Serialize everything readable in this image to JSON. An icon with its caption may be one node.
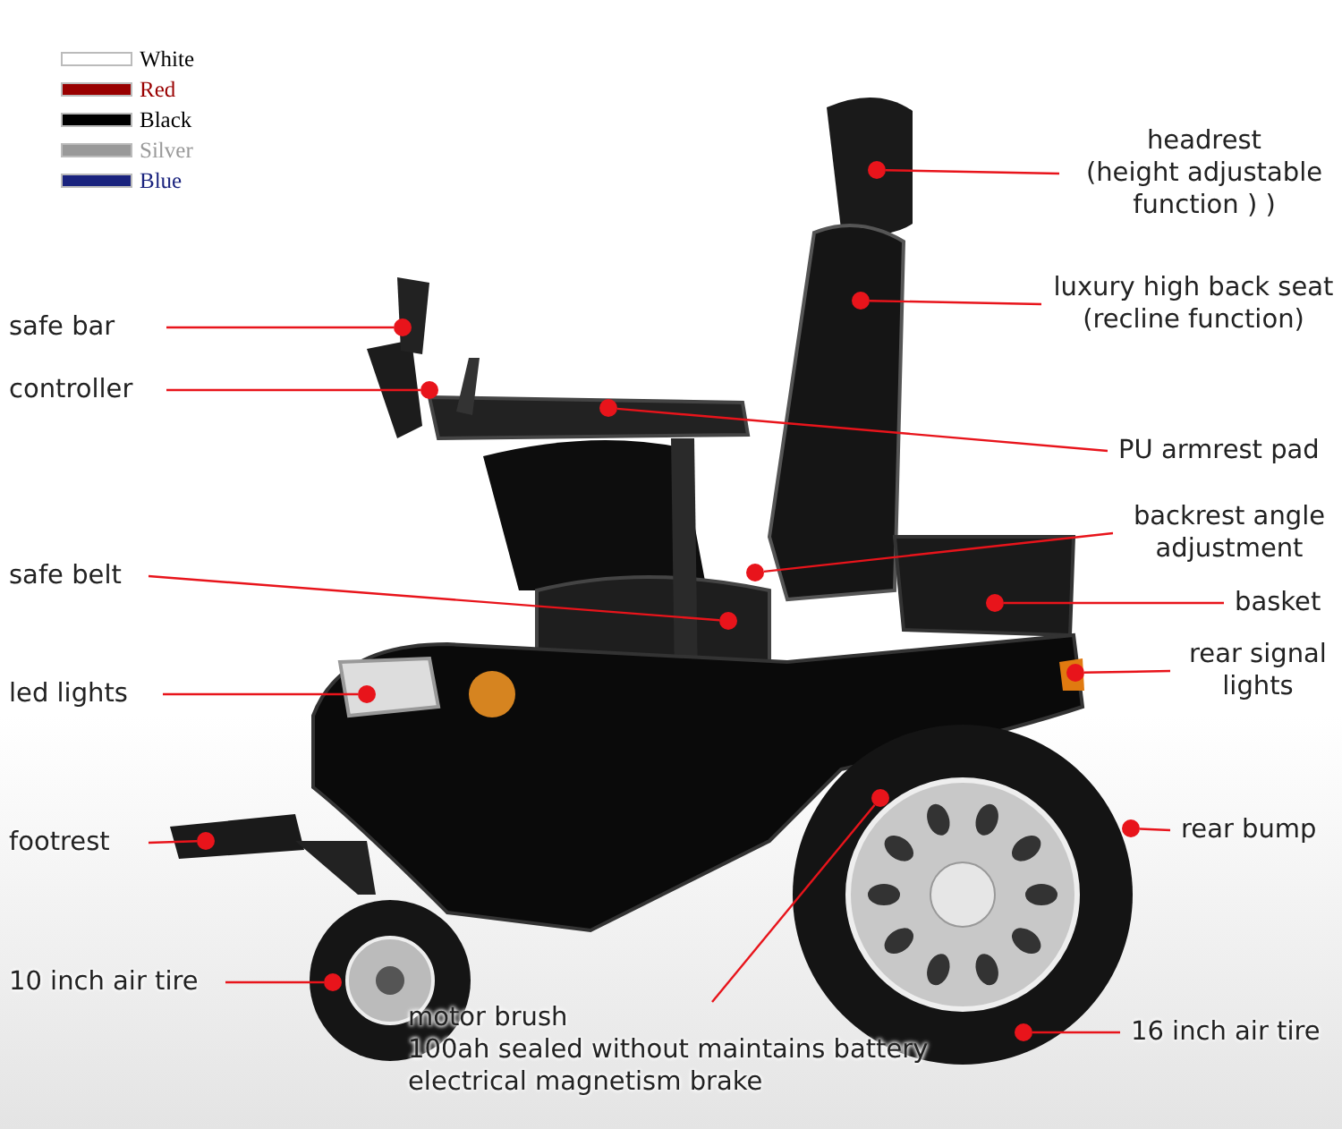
{
  "diagram": {
    "nodes": [
      {
        "text": [
          "headrest",
          "(height adjustable function ) )"
        ]
      },
      {
        "text": [
          "luxury high back seat (recline function)"
        ]
      },
      {
        "text": [
          "PU armrest pad"
        ]
      },
      {
        "text": [
          "backrest angle adjustment"
        ]
      },
      {
        "text": [
          "basket"
        ]
      },
      {
        "text": [
          "rear signal lights"
        ]
      },
      {
        "text": [
          "rear bump"
        ]
      },
      {
        "text": [
          "16 inch air tire"
        ]
      },
      {
        "text": [
          "safe bar"
        ]
      },
      {
        "text": [
          "controller"
        ]
      },
      {
        "text": [
          "safe belt"
        ]
      },
      {
        "text": [
          "led lights"
        ]
      },
      {
        "text": [
          "footrest"
        ]
      },
      {
        "text": [
          "10 inch air tire"
        ]
      },
      {
        "text": [
          "motor brush",
          "100ah sealed without maintains battery",
          "electrical magnetism brake"
        ]
      },
      {
        "text": [],
        "shape": "circle"
      },
      {
        "text": [],
        "shape": "circle"
      },
      {
        "text": [],
        "shape": "circle"
      },
      {
        "text": [],
        "shape": "circle"
      },
      {
        "text": [],
        "shape": "circle"
      },
      {
        "text": [],
        "shape": "circle"
      },
      {
        "text": [],
        "shape": "circle"
      },
      {
        "text": [],
        "shape": "circle"
      },
      {
        "text": [],
        "shape": "circle"
      },
      {
        "text": [],
        "shape": "circle"
      },
      {
        "text": [],
        "shape": "circle"
      },
      {
        "text": [],
        "shape": "circle"
      },
      {
        "text": [],
        "shape": "circle"
      },
      {
        "text": [],
        "shape": "circle"
      },
      {
        "text": [],
        "shape": "circle"
      }
    ],
    "edges": [
      {
        "from": 0,
        "to": 15,
        "arrow": "none"
      },
      {
        "from": 1,
        "to": 16,
        "arrow": "none"
      },
      {
        "from": 2,
        "to": 17,
        "arrow": "none"
      },
      {
        "from": 3,
        "to": 18,
        "arrow": "none"
      },
      {
        "from": 4,
        "to": 19,
        "arrow": "none"
      },
      {
        "from": 5,
        "to": 20,
        "arrow": "none"
      },
      {
        "from": 6,
        "to": 21,
        "arrow": "none"
      },
      {
        "from": 7,
        "to": 22,
        "arrow": "none"
      },
      {
        "from": 8,
        "to": 23,
        "arrow": "none"
      },
      {
        "from": 9,
        "to": 24,
        "arrow": "none"
      },
      {
        "from": 10,
        "to": 25,
        "arrow": "none"
      },
      {
        "from": 11,
        "to": 26,
        "arrow": "none"
      },
      {
        "from": 12,
        "to": 27,
        "arrow": "none"
      },
      {
        "from": 13,
        "to": 28,
        "arrow": "none"
      },
      {
        "from": 14,
        "to": 29,
        "arrow": "none"
      }
    ],
    "legend": [
      {
        "text": "White",
        "color": "#ffffff"
      },
      {
        "text": "Red",
        "color": "#990000"
      },
      {
        "text": "Black",
        "color": "#000000"
      },
      {
        "text": "Silver",
        "color": "#999999"
      },
      {
        "text": "Blue",
        "color": "#1a237e"
      }
    ]
  }
}
